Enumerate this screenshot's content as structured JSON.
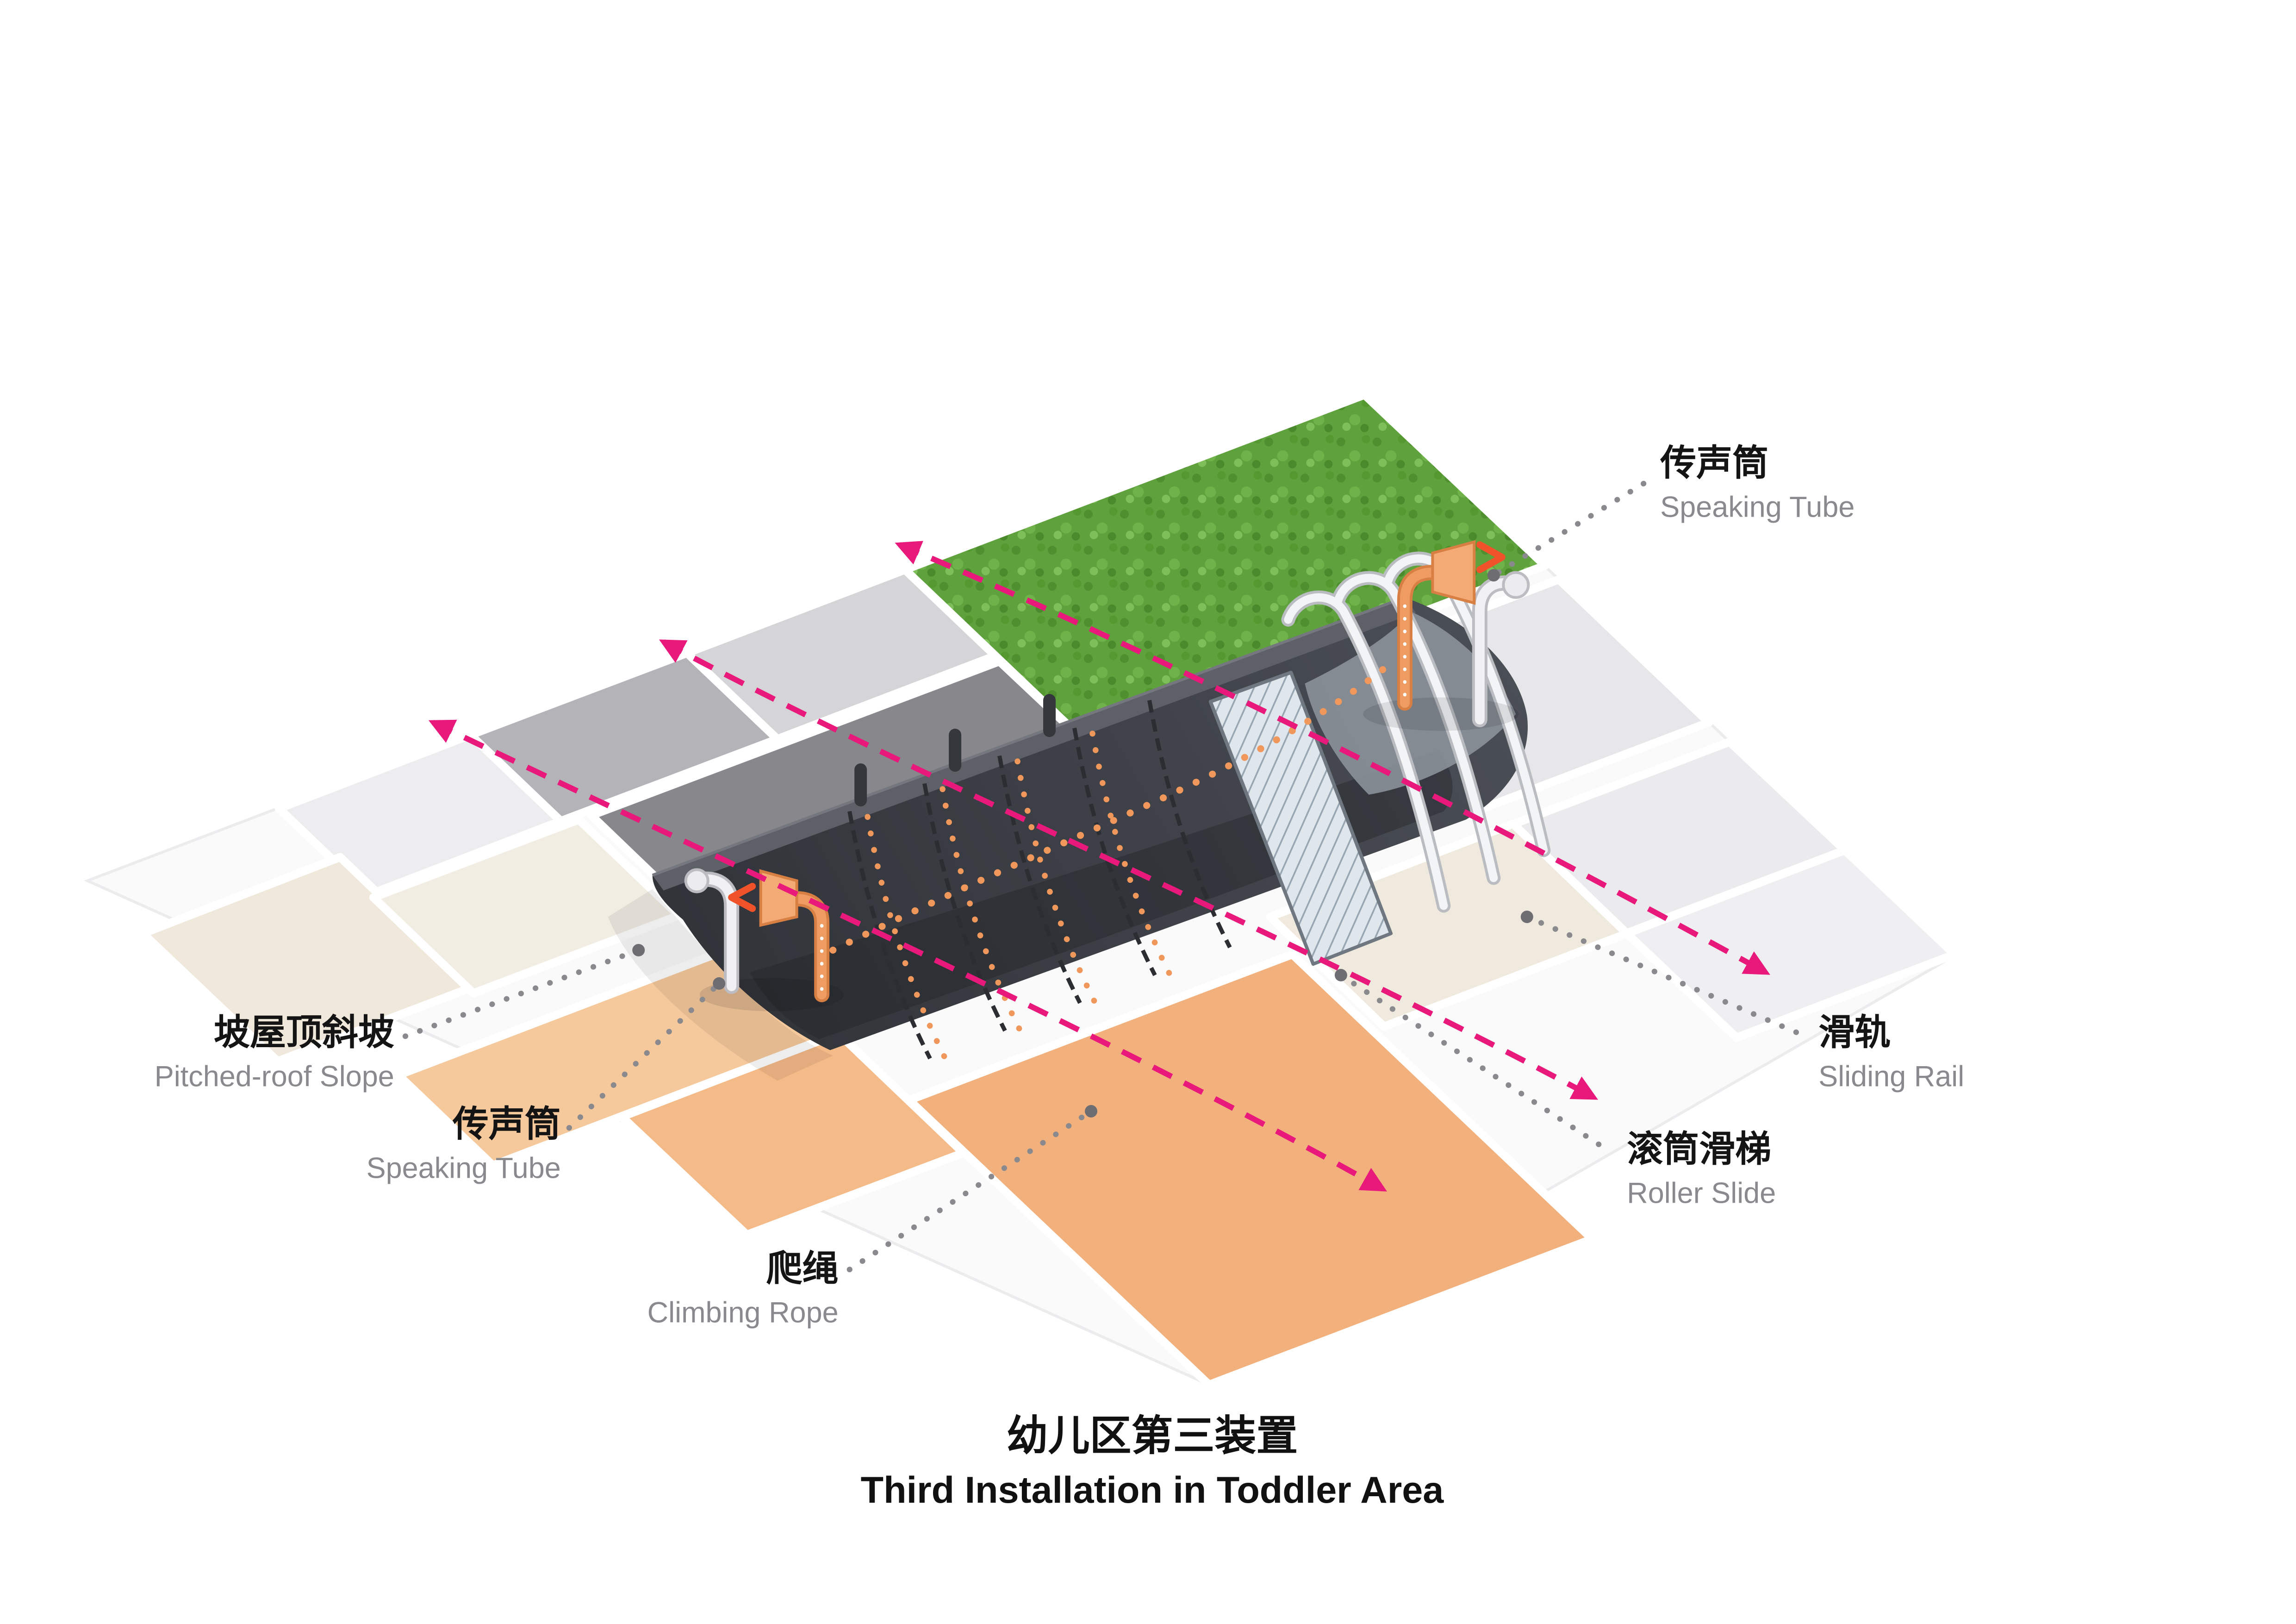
{
  "title": {
    "zh": "幼儿区第三装置",
    "en": "Third Installation in Toddler Area"
  },
  "callouts": {
    "speaking_tube_top": {
      "zh": "传声筒",
      "en": "Speaking Tube"
    },
    "pitched_roof_slope": {
      "zh": "坡屋顶斜坡",
      "en": "Pitched-roof Slope"
    },
    "speaking_tube_left": {
      "zh": "传声筒",
      "en": "Speaking Tube"
    },
    "climbing_rope": {
      "zh": "爬绳",
      "en": "Climbing Rope"
    },
    "sliding_rail": {
      "zh": "滑轨",
      "en": "Sliding Rail"
    },
    "roller_slide": {
      "zh": "滚筒滑梯",
      "en": "Roller Slide"
    }
  },
  "colors": {
    "flow_arrow": "#e8197b",
    "play_path_dots": "#f0975c",
    "grass": "#5fa23d",
    "structure_dark": "#34373c",
    "sand_orange": "#f2b07c",
    "label_zh": "#141414",
    "label_en": "#8a8a8e",
    "leader_dots": "#8a8a8e"
  }
}
